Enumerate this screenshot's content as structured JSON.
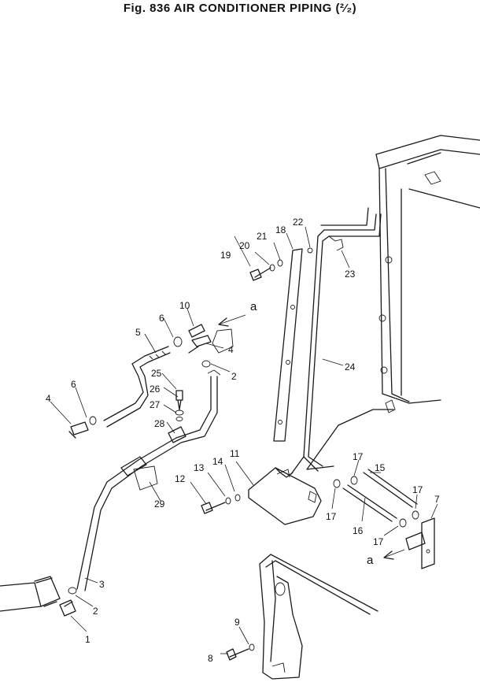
{
  "title": "Fig. 836   AIR CONDITIONER PIPING (₂⁄₂)",
  "title_display": "Fig. 836   AIR CONDITIONER PIPING (²⁄₂)",
  "callouts": [
    "1",
    "2",
    "2",
    "3",
    "4",
    "4",
    "5",
    "6",
    "6",
    "7",
    "8",
    "9",
    "10",
    "11",
    "12",
    "13",
    "14",
    "15",
    "16",
    "17",
    "17",
    "17",
    "17",
    "18",
    "19",
    "20",
    "21",
    "22",
    "23",
    "24",
    "25",
    "26",
    "27",
    "28",
    "29"
  ],
  "reference_marks": [
    "a",
    "a"
  ]
}
